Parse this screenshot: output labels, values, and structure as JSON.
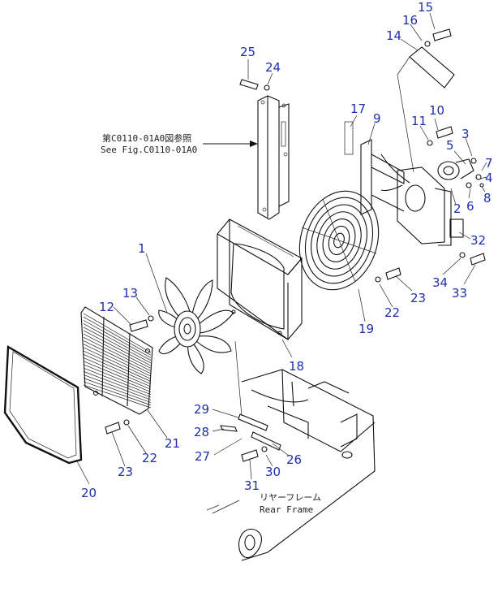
{
  "notes": {
    "ref_jp": "第C0110-01A0図参照",
    "ref_en": "See Fig.C0110-01A0",
    "frame_jp": "リヤーフレーム",
    "frame_en": "Rear Frame"
  },
  "callouts": [
    {
      "id": "c15",
      "text": "15"
    },
    {
      "id": "c16",
      "text": "16"
    },
    {
      "id": "c14",
      "text": "14"
    },
    {
      "id": "c25",
      "text": "25"
    },
    {
      "id": "c24",
      "text": "24"
    },
    {
      "id": "c17",
      "text": "17"
    },
    {
      "id": "c9",
      "text": "9"
    },
    {
      "id": "c10",
      "text": "10"
    },
    {
      "id": "c11",
      "text": "11"
    },
    {
      "id": "c3",
      "text": "3"
    },
    {
      "id": "c5",
      "text": "5"
    },
    {
      "id": "c7",
      "text": "7"
    },
    {
      "id": "c4",
      "text": "4"
    },
    {
      "id": "c6",
      "text": "6"
    },
    {
      "id": "c8",
      "text": "8"
    },
    {
      "id": "c2",
      "text": "2"
    },
    {
      "id": "c32",
      "text": "32"
    },
    {
      "id": "c1",
      "text": "1"
    },
    {
      "id": "c13",
      "text": "13"
    },
    {
      "id": "c12",
      "text": "12"
    },
    {
      "id": "c23a",
      "text": "23"
    },
    {
      "id": "c22a",
      "text": "22"
    },
    {
      "id": "c19",
      "text": "19"
    },
    {
      "id": "c34",
      "text": "34"
    },
    {
      "id": "c33",
      "text": "33"
    },
    {
      "id": "c18",
      "text": "18"
    },
    {
      "id": "c29",
      "text": "29"
    },
    {
      "id": "c28",
      "text": "28"
    },
    {
      "id": "c27",
      "text": "27"
    },
    {
      "id": "c26",
      "text": "26"
    },
    {
      "id": "c21",
      "text": "21"
    },
    {
      "id": "c22b",
      "text": "22"
    },
    {
      "id": "c23b",
      "text": "23"
    },
    {
      "id": "c30",
      "text": "30"
    },
    {
      "id": "c31",
      "text": "31"
    },
    {
      "id": "c20",
      "text": "20"
    }
  ]
}
